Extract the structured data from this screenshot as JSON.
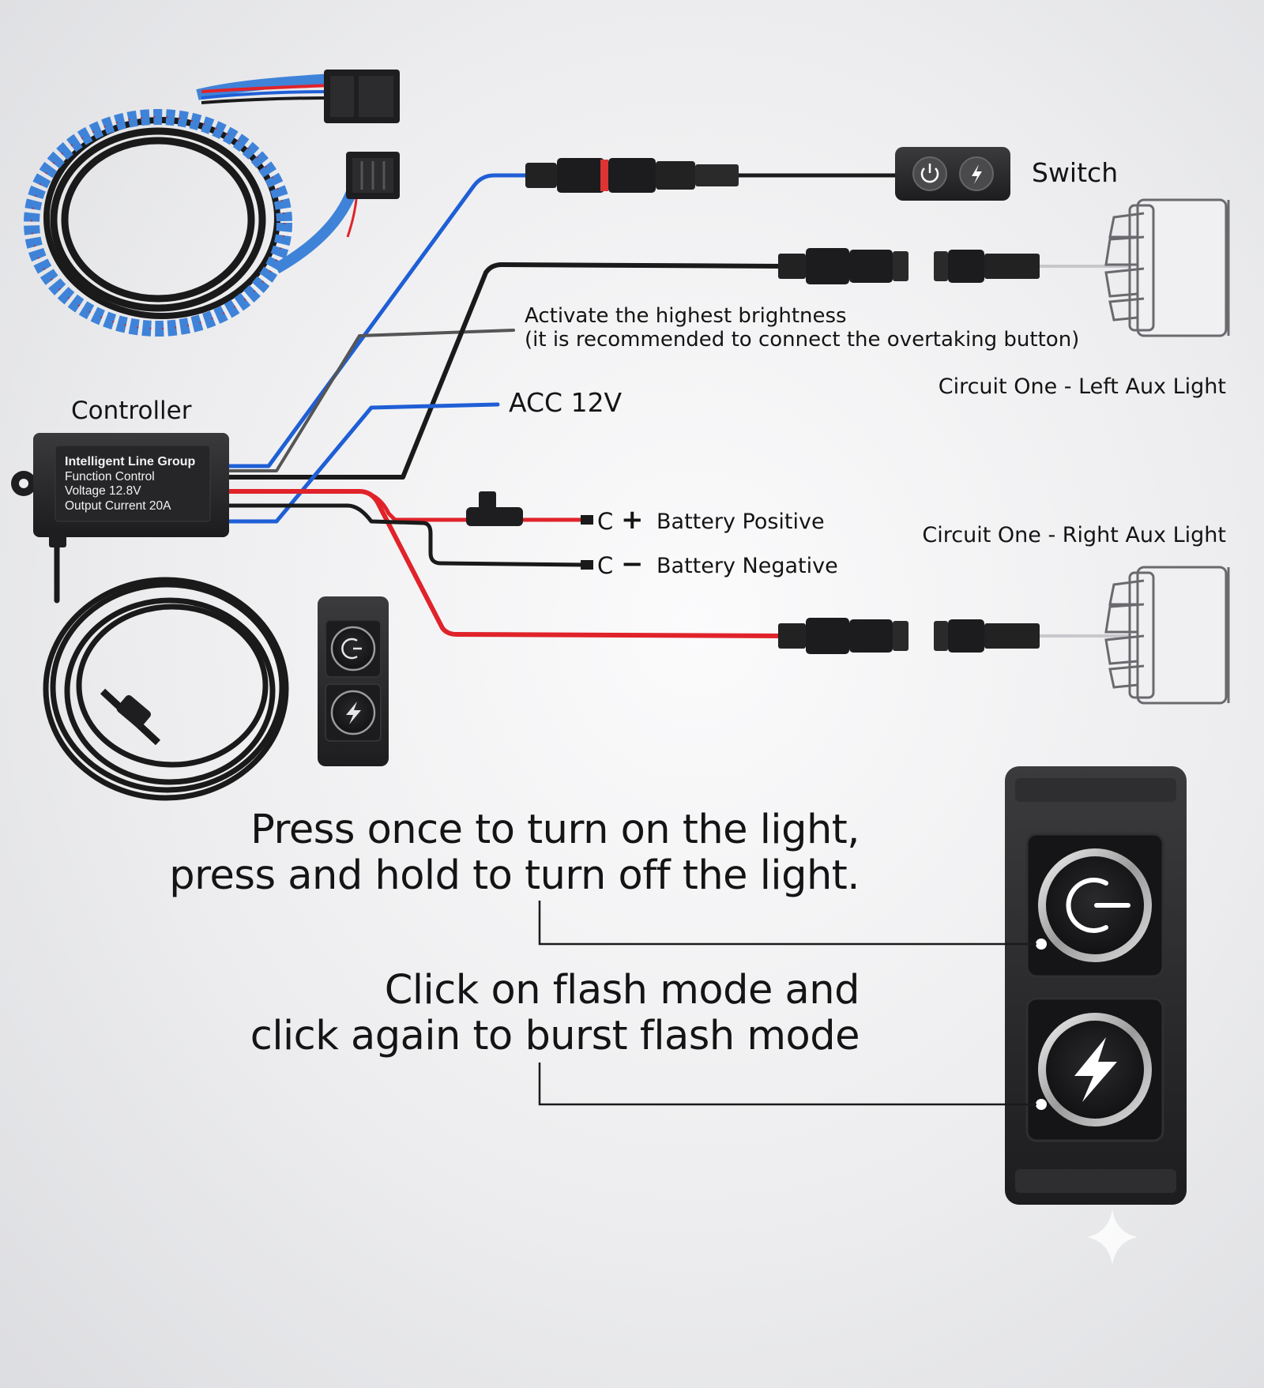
{
  "labels": {
    "switch": "Switch",
    "controller": "Controller",
    "activate_line1": "Activate the highest brightness",
    "activate_line2": "(it is recommended to connect the overtaking button)",
    "acc": "ACC 12V",
    "left_light": "Circuit One - Left Aux Light",
    "right_light": "Circuit One - Right Aux Light",
    "battery_positive_terminal": "C",
    "battery_positive_sign": "+",
    "battery_positive": "Battery Positive",
    "battery_negative_terminal": "C",
    "battery_negative_sign": "−",
    "battery_negative": "Battery Negative"
  },
  "controller_box": {
    "line1": "Intelligent Line Group",
    "line2": "Function Control",
    "line3": "Voltage 12.8V",
    "line4": "Output Current 20A"
  },
  "instructions": {
    "power_line1": "Press once to turn on the light,",
    "power_line2": "press and hold to turn off the light.",
    "flash_line1": "Click on flash mode and",
    "flash_line2": "click again to burst flash mode"
  },
  "icons": [
    "power-icon",
    "lightning-icon",
    "led-light-icon",
    "sparkle-icon"
  ],
  "colors": {
    "wire_blue": "#1f5fd6",
    "wire_red": "#e0232a",
    "wire_black": "#1a1a1a",
    "wire_gray": "#555555",
    "sleeve_blue": "#3f83d9",
    "housing": "#2a2a2c"
  }
}
